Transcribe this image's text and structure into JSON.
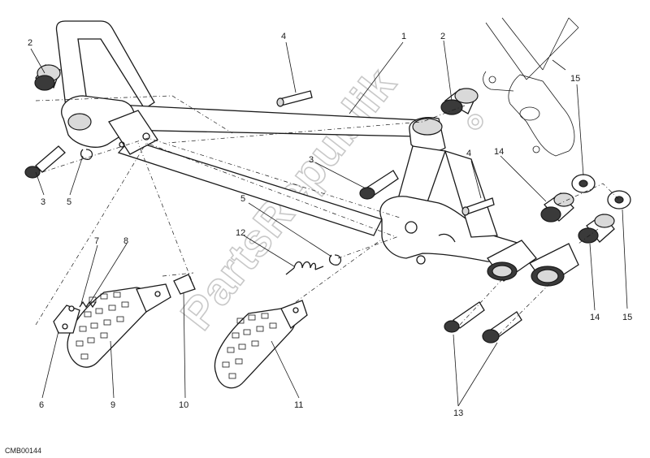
{
  "diagram": {
    "reference_code": "CMB00144",
    "watermark": "PartsRepublik",
    "callouts": [
      {
        "id": "c1",
        "label": "1"
      },
      {
        "id": "c2a",
        "label": "2"
      },
      {
        "id": "c2b",
        "label": "2"
      },
      {
        "id": "c3a",
        "label": "3"
      },
      {
        "id": "c3b",
        "label": "3"
      },
      {
        "id": "c4a",
        "label": "4"
      },
      {
        "id": "c4b",
        "label": "4"
      },
      {
        "id": "c5a",
        "label": "5"
      },
      {
        "id": "c5b",
        "label": "5"
      },
      {
        "id": "c6",
        "label": "6"
      },
      {
        "id": "c7",
        "label": "7"
      },
      {
        "id": "c8",
        "label": "8"
      },
      {
        "id": "c9",
        "label": "9"
      },
      {
        "id": "c10",
        "label": "10"
      },
      {
        "id": "c11",
        "label": "11"
      },
      {
        "id": "c12",
        "label": "12"
      },
      {
        "id": "c13",
        "label": "13"
      },
      {
        "id": "c14a",
        "label": "14"
      },
      {
        "id": "c14b",
        "label": "14"
      },
      {
        "id": "c15a",
        "label": "15"
      },
      {
        "id": "c15b",
        "label": "15"
      }
    ]
  }
}
